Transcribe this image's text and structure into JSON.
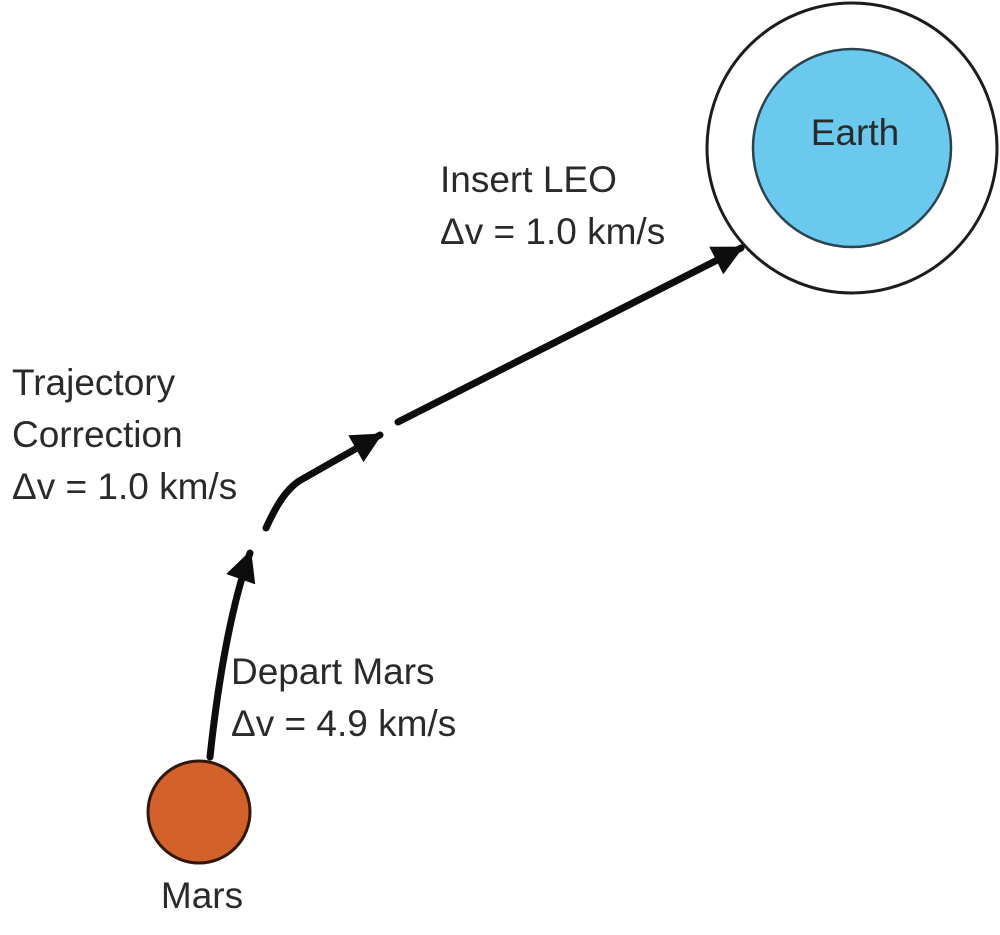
{
  "diagram_type": "interplanetary-trajectory",
  "colors": {
    "background": "#ffffff",
    "earth_fill": "#6cc9ee",
    "orbit_fill": "#ffffff",
    "mars_fill": "#d2622a",
    "trajectory": "#0d0d0d",
    "text": "#2a2a2a"
  },
  "bodies": {
    "earth": {
      "label": "Earth"
    },
    "mars": {
      "label": "Mars"
    }
  },
  "annotations": {
    "insert_leo": {
      "lines": [
        "Insert LEO",
        "Δv = 1.0 km/s"
      ]
    },
    "trajectory_correction": {
      "lines": [
        "Trajectory",
        "Correction",
        "Δv = 1.0 km/s"
      ]
    },
    "depart_mars": {
      "lines": [
        "Depart Mars",
        "Δv = 4.9 km/s"
      ]
    }
  }
}
